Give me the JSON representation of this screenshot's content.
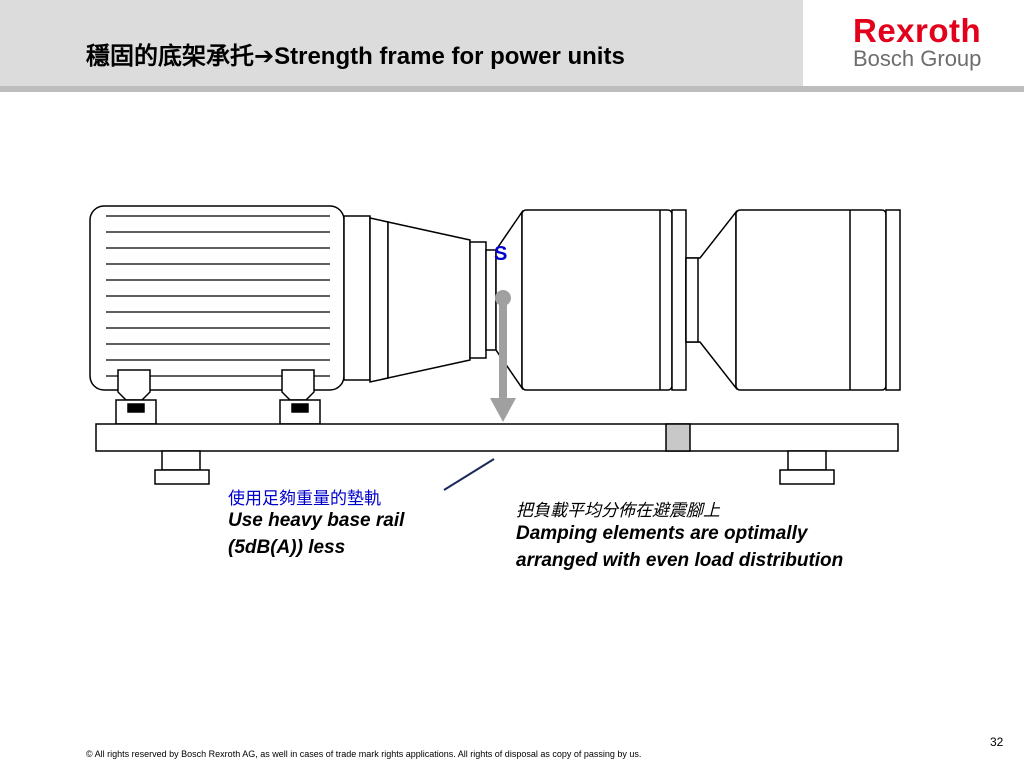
{
  "slide": {
    "title": "穩固的底架承托➔Strength frame for power units",
    "logo": {
      "brand": "Rexroth",
      "group": "Bosch Group",
      "brand_color": "#e2001a"
    },
    "page_number": "32",
    "footer": "© All rights reserved by Bosch Rexroth AG, as well in cases of trade mark rights applications. All rights of disposal as copy of passing by us."
  },
  "diagram": {
    "s_label": "S",
    "left_note": {
      "zh": "使用足夠重量的墊軌",
      "en_line1": "Use heavy base rail",
      "en_line2": "(5dB(A)) less"
    },
    "right_note": {
      "zh": "把負載平均分佈在避震腳上",
      "en_line1": "Damping elements are optimally",
      "en_line2": "arranged with even load distribution"
    },
    "colors": {
      "arrow": "#a0a0a0",
      "label_blue": "#0000cc",
      "pointer_line": "#1a2a5a",
      "block": "#c8c8c8"
    }
  }
}
